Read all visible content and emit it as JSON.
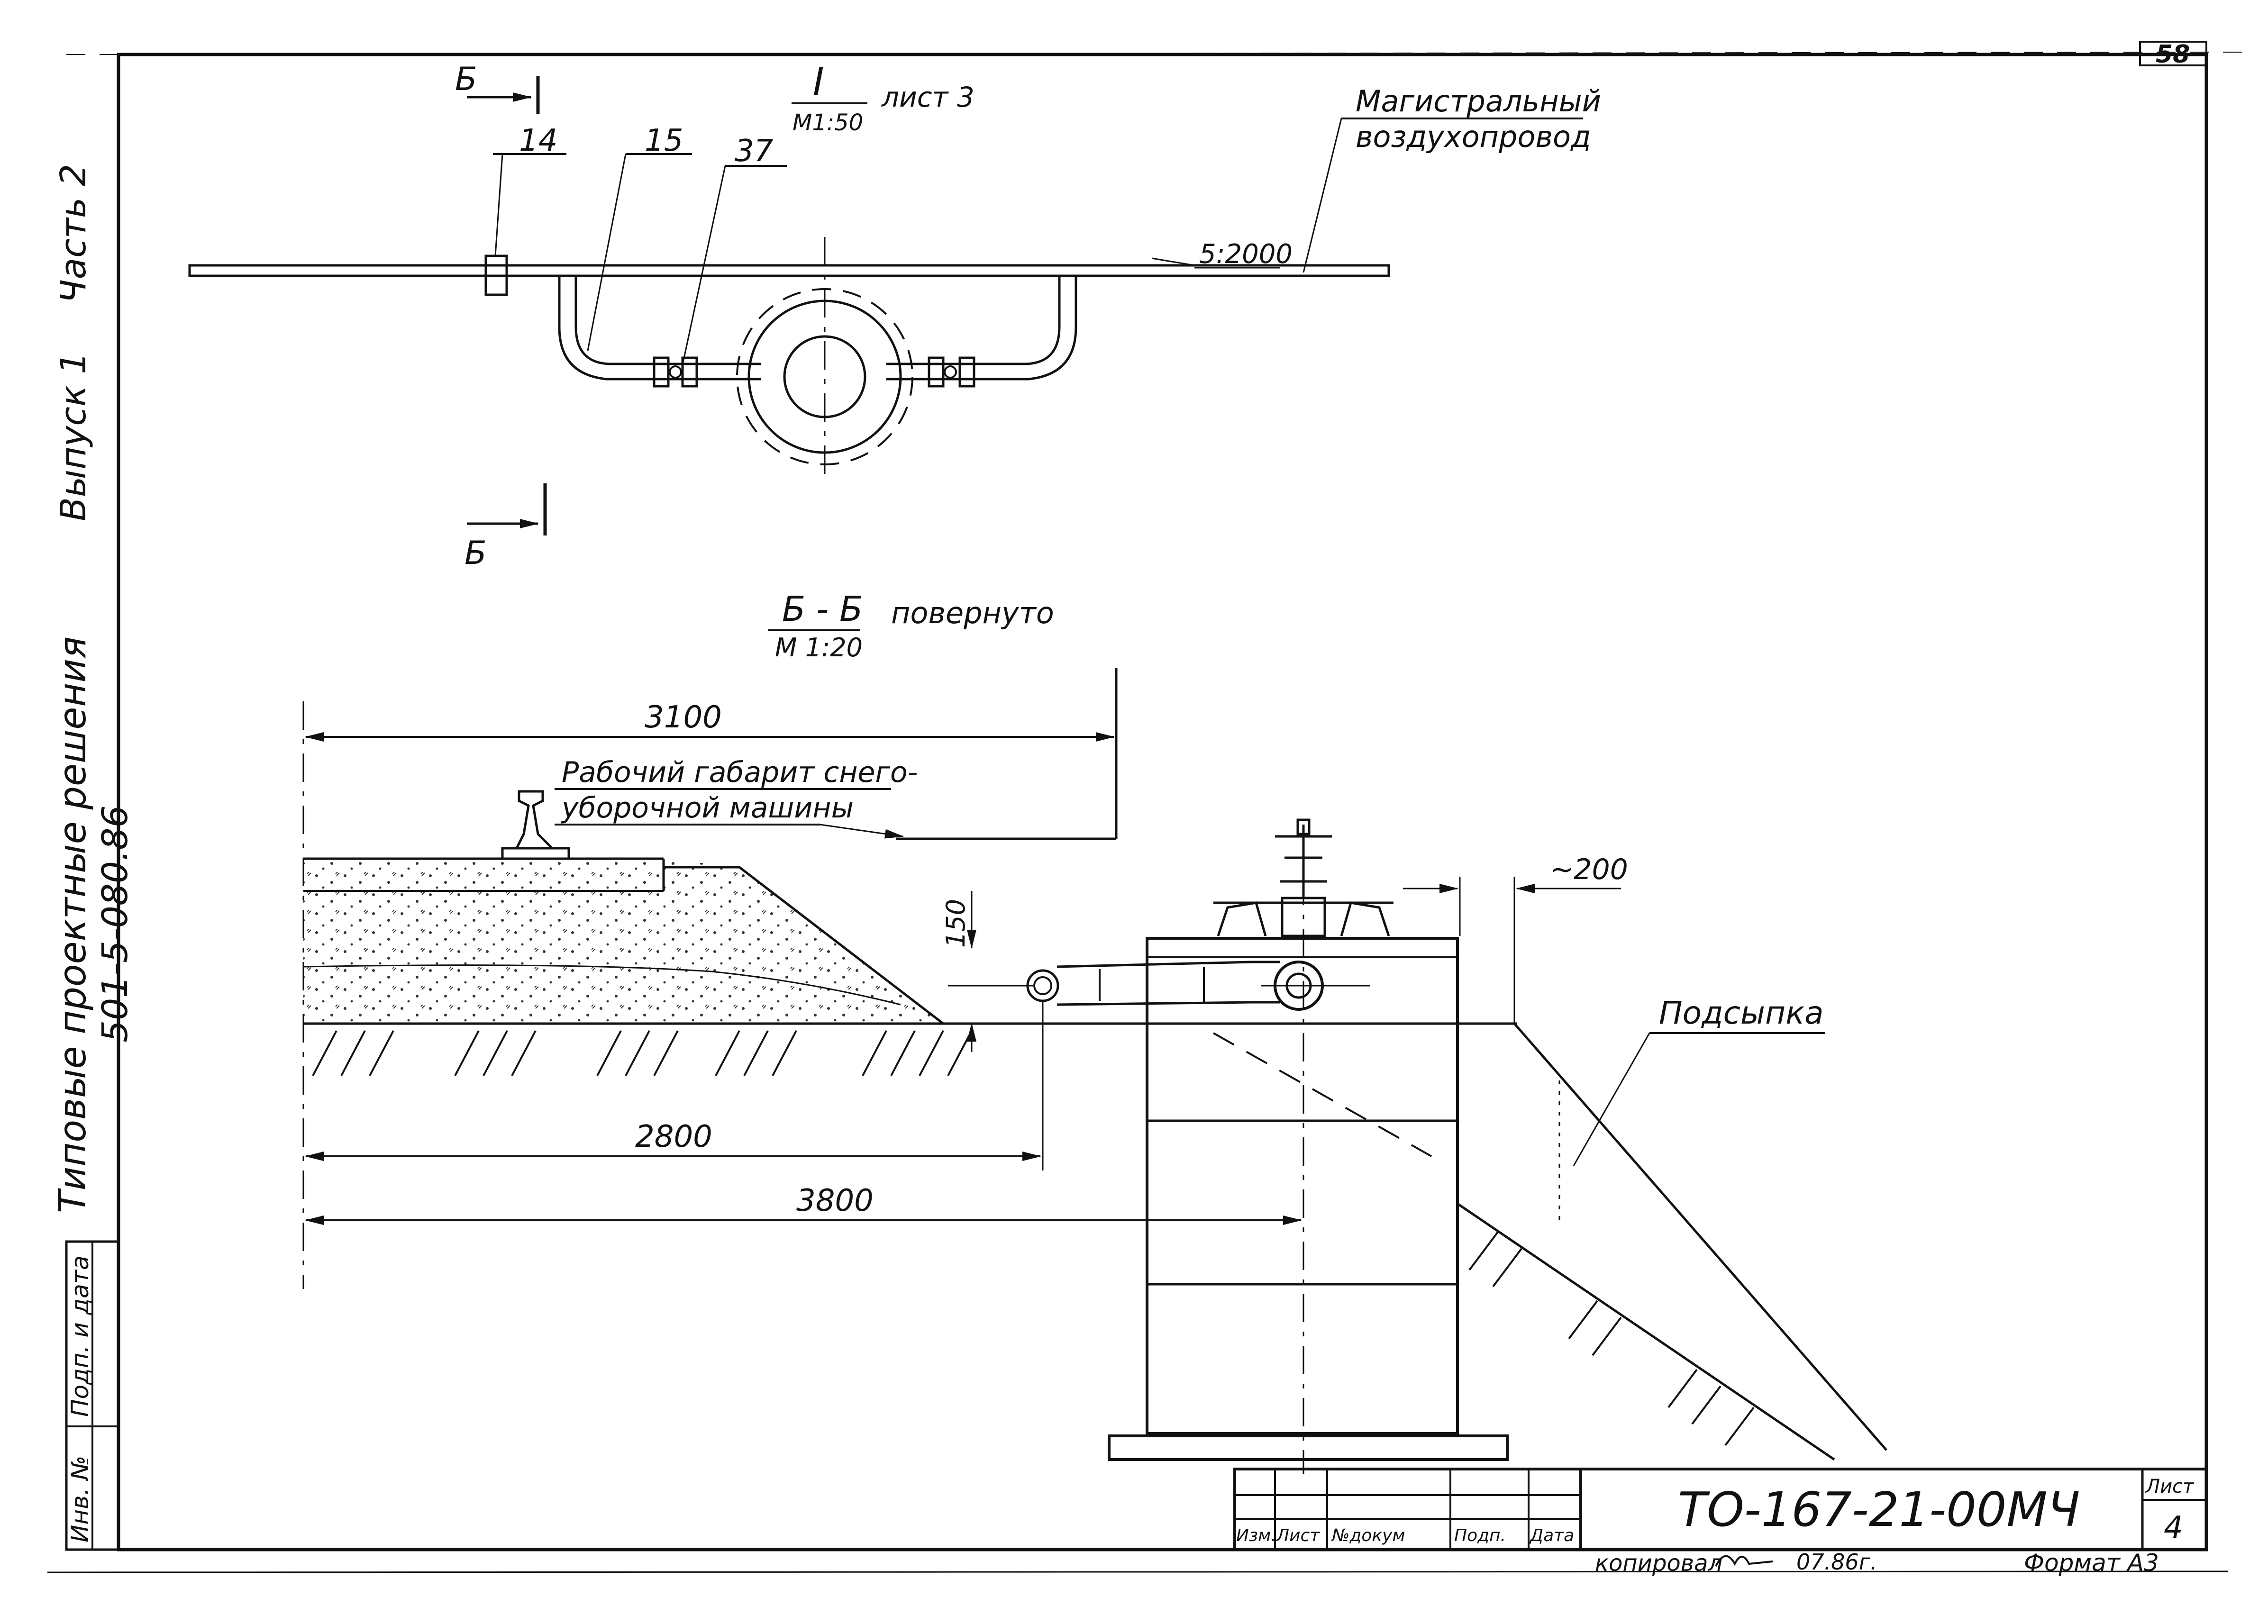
{
  "title_block": {
    "doc_code": "ТО-167-21-00МЧ",
    "sheet_label": "Лист",
    "sheet_number": "4",
    "columns": [
      "Изм.",
      "Лист",
      "№докум",
      "Подп.",
      "Дата"
    ],
    "copied_note": "копировал",
    "copied_date": "07.86г.",
    "format_label": "Формат А3",
    "corner_number": "58"
  },
  "side_stamp": {
    "series_title": "Типовые проектные решения",
    "series_code": "501-5-080.86",
    "issue": "Выпуск 1",
    "part": "Часть 2",
    "sign_date": "Подп. и дата",
    "inv_no": "Инв. №"
  },
  "plan_view": {
    "detail_label": "I",
    "scale": "М1:50",
    "sheet_ref": "лист 3",
    "section_mark": "Б",
    "callouts": [
      "14",
      "15",
      "37"
    ],
    "main_duct_label_1": "Магистральный",
    "main_duct_label_2": "воздухопровод",
    "slope": "5:2000"
  },
  "section_view": {
    "title": "Б - Б",
    "rotated_note": "повернуто",
    "scale": "М 1:20",
    "dim_3100": "3100",
    "dim_2800": "2800",
    "dim_3800": "3800",
    "dim_150": "150",
    "dim_200": "~200",
    "gauge_note_1": "Рабочий габарит снего-",
    "gauge_note_2": "уборочной машины",
    "fill_label": "Подсыпка"
  }
}
